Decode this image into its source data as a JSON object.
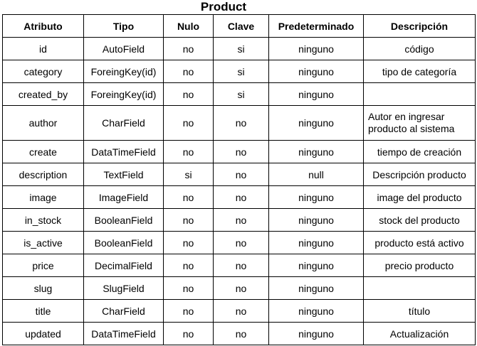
{
  "title": "Product",
  "headers": [
    "Atributo",
    "Tipo",
    "Nulo",
    "Clave",
    "Predeterminado",
    "Descripción"
  ],
  "rows": [
    {
      "atributo": "id",
      "tipo": "AutoField",
      "nulo": "no",
      "clave": "si",
      "predeterminado": "ninguno",
      "descripcion": "código"
    },
    {
      "atributo": "category",
      "tipo": "ForeingKey(id)",
      "nulo": "no",
      "clave": "si",
      "predeterminado": "ninguno",
      "descripcion": "tipo de categoría"
    },
    {
      "atributo": "created_by",
      "tipo": "ForeingKey(id)",
      "nulo": "no",
      "clave": "si",
      "predeterminado": "ninguno",
      "descripcion": ""
    },
    {
      "atributo": "author",
      "tipo": "CharField",
      "nulo": "no",
      "clave": "no",
      "predeterminado": "ninguno",
      "descripcion": "Autor en ingresar producto al sistema"
    },
    {
      "atributo": "create",
      "tipo": "DataTimeField",
      "nulo": "no",
      "clave": "no",
      "predeterminado": "ninguno",
      "descripcion": "tiempo de creación"
    },
    {
      "atributo": "description",
      "tipo": "TextField",
      "nulo": "si",
      "clave": "no",
      "predeterminado": "null",
      "descripcion": "Descripción producto"
    },
    {
      "atributo": "image",
      "tipo": "ImageField",
      "nulo": "no",
      "clave": "no",
      "predeterminado": "ninguno",
      "descripcion": "image del producto"
    },
    {
      "atributo": "in_stock",
      "tipo": "BooleanField",
      "nulo": "no",
      "clave": "no",
      "predeterminado": "ninguno",
      "descripcion": "stock del producto"
    },
    {
      "atributo": "is_active",
      "tipo": "BooleanField",
      "nulo": "no",
      "clave": "no",
      "predeterminado": "ninguno",
      "descripcion": "producto está activo"
    },
    {
      "atributo": "price",
      "tipo": "DecimalField",
      "nulo": "no",
      "clave": "no",
      "predeterminado": "ninguno",
      "descripcion": "precio producto"
    },
    {
      "atributo": "slug",
      "tipo": "SlugField",
      "nulo": "no",
      "clave": "no",
      "predeterminado": "ninguno",
      "descripcion": ""
    },
    {
      "atributo": "title",
      "tipo": "CharField",
      "nulo": "no",
      "clave": "no",
      "predeterminado": "ninguno",
      "descripcion": "título"
    },
    {
      "atributo": "updated",
      "tipo": "DataTimeField",
      "nulo": "no",
      "clave": "no",
      "predeterminado": "ninguno",
      "descripcion": "Actualización"
    }
  ]
}
